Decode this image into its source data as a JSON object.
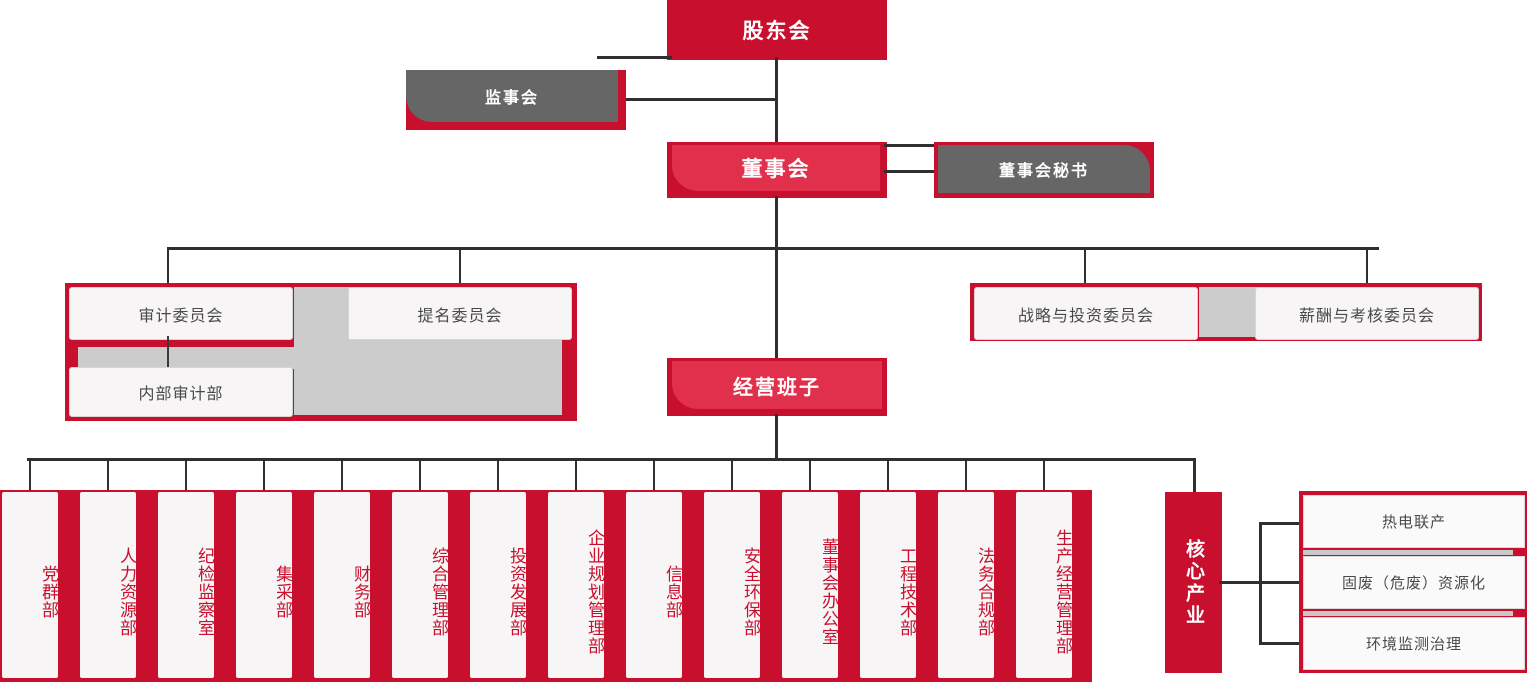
{
  "chart_meta": {
    "type": "org-chart",
    "title": "公司组织架构图",
    "colors": {
      "primary_red": "#C8102E",
      "light_red": "#E0304B",
      "grey_node": "#666666",
      "grey_panel": "#CCCCCC",
      "box_fill": "#F7F5F5",
      "line": "#2F2F2F"
    }
  },
  "governance": {
    "shareholders": {
      "label": "股东会"
    },
    "supervisory": {
      "label": "监事会"
    },
    "board": {
      "label": "董事会"
    },
    "board_secretary": {
      "label": "董事会秘书"
    },
    "management": {
      "label": "经营班子"
    }
  },
  "committees": {
    "left": [
      {
        "label": "审计委员会"
      },
      {
        "label": "提名委员会"
      }
    ],
    "left_sub": [
      {
        "label": "内部审计部"
      }
    ],
    "right": [
      {
        "label": "战略与投资委员会"
      },
      {
        "label": "薪酬与考核委员会"
      }
    ]
  },
  "departments": [
    {
      "label": "党群部"
    },
    {
      "label": "人力资源部"
    },
    {
      "label": "纪检监察室"
    },
    {
      "label": "集采部"
    },
    {
      "label": "财务部"
    },
    {
      "label": "综合管理部"
    },
    {
      "label": "投资发展部"
    },
    {
      "label": "企业规划管理部"
    },
    {
      "label": "信息部"
    },
    {
      "label": "安全环保部"
    },
    {
      "label": "董事会办公室"
    },
    {
      "label": "工程技术部"
    },
    {
      "label": "法务合规部"
    },
    {
      "label": "生产经营管理部"
    }
  ],
  "core_industry": {
    "label": "核心产业",
    "items": [
      {
        "label": "热电联产"
      },
      {
        "label": "固废（危废）资源化"
      },
      {
        "label": "环境监测治理"
      }
    ]
  }
}
